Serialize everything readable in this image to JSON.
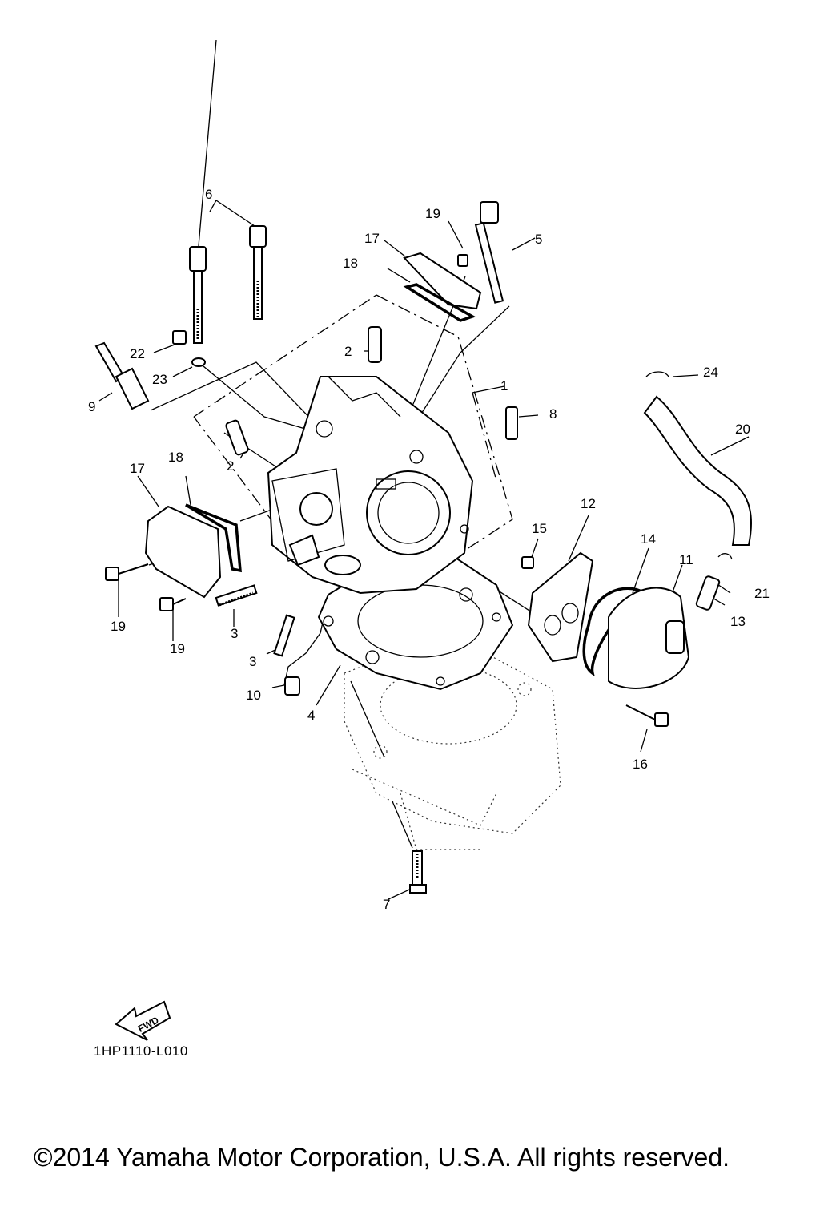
{
  "diagram": {
    "callouts": [
      "1",
      "2",
      "2",
      "3",
      "3",
      "4",
      "5",
      "6",
      "7",
      "8",
      "9",
      "10",
      "11",
      "12",
      "13",
      "14",
      "15",
      "16",
      "17",
      "17",
      "18",
      "18",
      "19",
      "19",
      "19",
      "20",
      "21",
      "22",
      "23",
      "24"
    ],
    "fwd_label": "FWD",
    "code": "1HP1110-L010"
  },
  "footer": {
    "copyright": "©2014 Yamaha Motor Corporation, U.S.A. All rights reserved."
  }
}
